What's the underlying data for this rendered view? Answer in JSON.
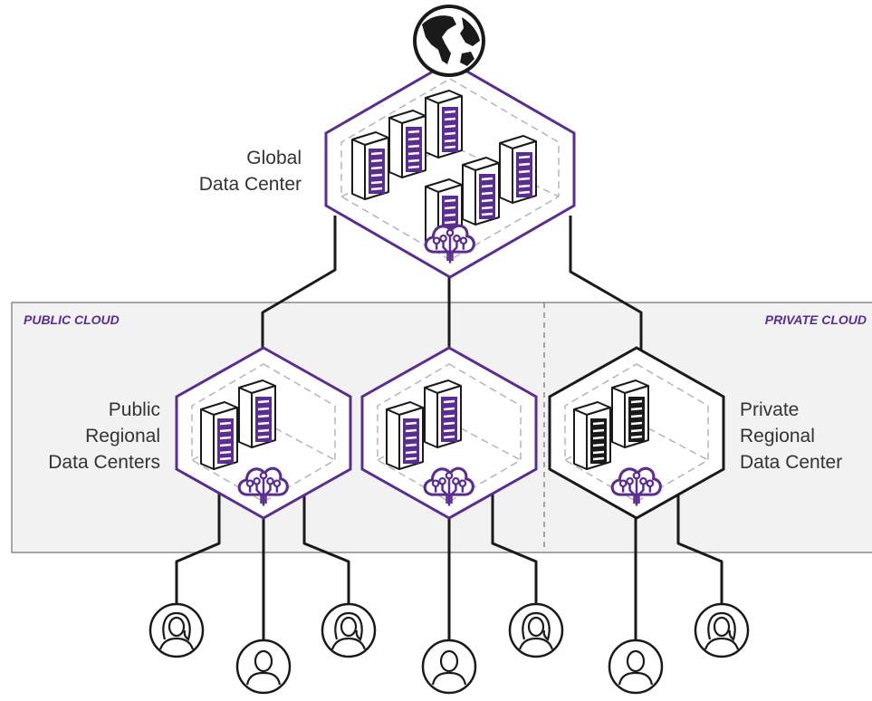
{
  "colors": {
    "accent": "#5b2d91",
    "dark": "#1a1a1a",
    "zone_fill": "#f2f2f2",
    "zone_border": "#8a8a8a",
    "text": "#333333"
  },
  "global_dc": {
    "label_line1": "Global",
    "label_line2": "Data Center",
    "top_icon": "globe-icon",
    "cloud_icon": "cloud-circuit-icon",
    "server_count": 6
  },
  "zones": {
    "public_label": "PUBLIC CLOUD",
    "private_label": "PRIVATE CLOUD"
  },
  "regional_dcs": [
    {
      "id": "public-1",
      "label_lines": [
        "Public",
        "Regional",
        "Data Centers"
      ],
      "style": "accent",
      "server_count": 2
    },
    {
      "id": "public-2",
      "label_lines": [],
      "style": "accent",
      "server_count": 2
    },
    {
      "id": "private-1",
      "label_lines": [
        "Private",
        "Regional",
        "Data Center"
      ],
      "style": "dark",
      "server_count": 2
    }
  ],
  "users": [
    {
      "type": "female",
      "icon": "female-user-icon"
    },
    {
      "type": "male",
      "icon": "male-user-icon"
    },
    {
      "type": "female",
      "icon": "female-user-icon"
    },
    {
      "type": "male",
      "icon": "male-user-icon"
    },
    {
      "type": "female",
      "icon": "female-user-icon"
    },
    {
      "type": "male",
      "icon": "male-user-icon"
    },
    {
      "type": "female",
      "icon": "female-user-icon"
    }
  ]
}
